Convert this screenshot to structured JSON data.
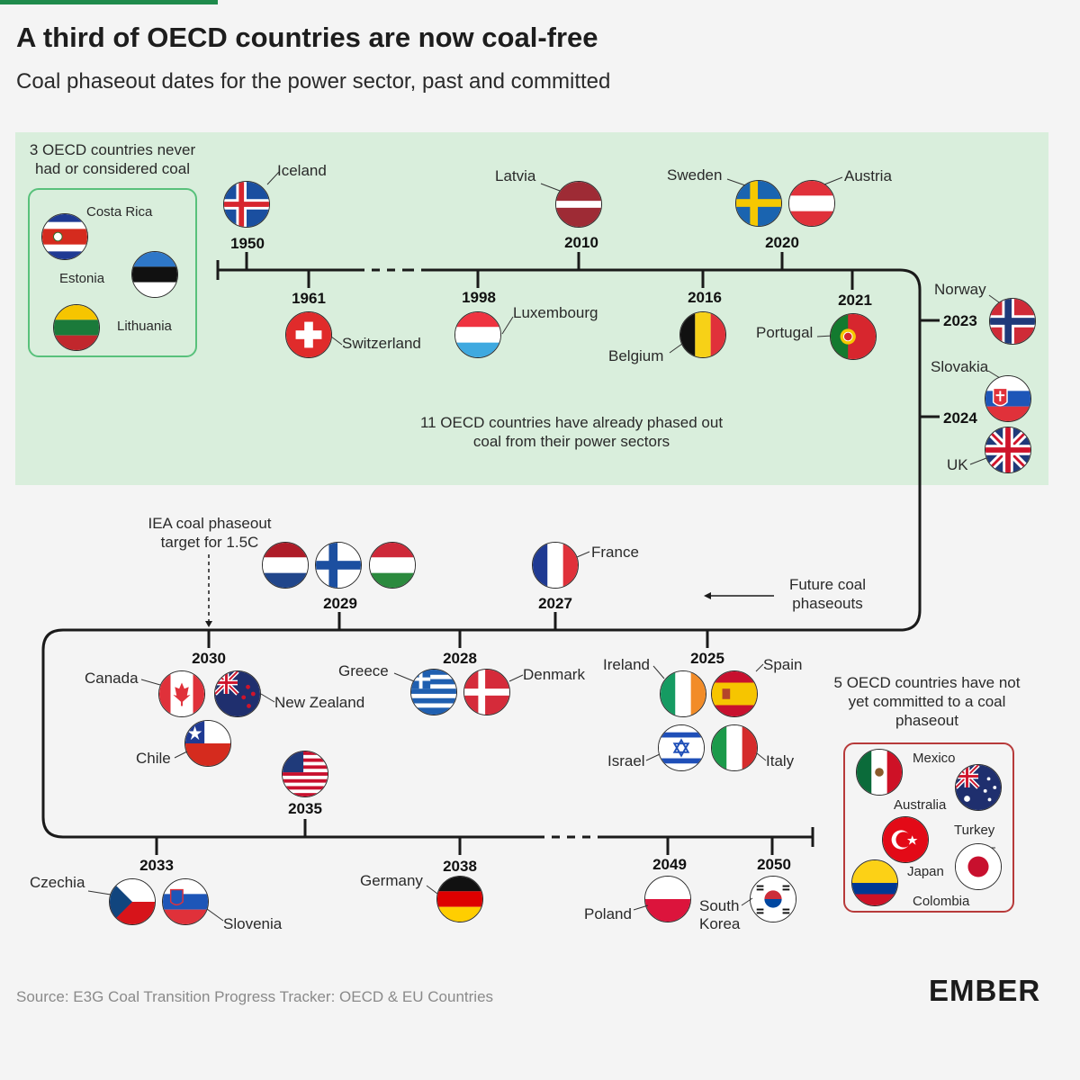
{
  "title": "A third of OECD countries are now coal-free",
  "subtitle": "Coal phaseout dates for the power sector, past and committed",
  "never_coal": {
    "heading": "3 OECD countries never had or considered coal",
    "countries": [
      "Costa Rica",
      "Estonia",
      "Lithuania"
    ]
  },
  "phased_out_note": "11 OECD countries have already phased out coal from their power sectors",
  "future_note": "Future coal phaseouts",
  "iea_note": "IEA coal phaseout target for 1.5C",
  "uncommitted": {
    "heading": "5 OECD countries have not yet committed to a coal phaseout",
    "countries": [
      "Mexico",
      "Australia",
      "Turkey",
      "Japan",
      "Colombia"
    ]
  },
  "years": {
    "y1950": "1950",
    "y1961": "1961",
    "y1998": "1998",
    "y2010": "2010",
    "y2016": "2016",
    "y2020": "2020",
    "y2021": "2021",
    "y2023": "2023",
    "y2024": "2024",
    "y2025": "2025",
    "y2027": "2027",
    "y2028": "2028",
    "y2029": "2029",
    "y2030": "2030",
    "y2033": "2033",
    "y2035": "2035",
    "y2038": "2038",
    "y2049": "2049",
    "y2050": "2050"
  },
  "labels": {
    "iceland": "Iceland",
    "switzerland": "Switzerland",
    "luxembourg": "Luxembourg",
    "latvia": "Latvia",
    "belgium": "Belgium",
    "sweden": "Sweden",
    "austria": "Austria",
    "portugal": "Portugal",
    "norway": "Norway",
    "slovakia": "Slovakia",
    "uk": "UK",
    "france": "France",
    "ireland": "Ireland",
    "spain": "Spain",
    "israel": "Israel",
    "italy": "Italy",
    "greece": "Greece",
    "denmark": "Denmark",
    "canada": "Canada",
    "new_zealand": "New Zealand",
    "chile": "Chile",
    "czechia": "Czechia",
    "slovenia": "Slovenia",
    "germany": "Germany",
    "poland": "Poland",
    "south_korea_1": "South",
    "south_korea_2": "Korea"
  },
  "source": "Source: E3G Coal Transition Progress Tracker: OECD & EU Countries",
  "logo": "EMBER",
  "colors": {
    "phased_panel": "#d9eedc",
    "never_border": "#58c17b",
    "uncommitted_border": "#b73a3a",
    "brand_bar": "#1f8a4c"
  }
}
